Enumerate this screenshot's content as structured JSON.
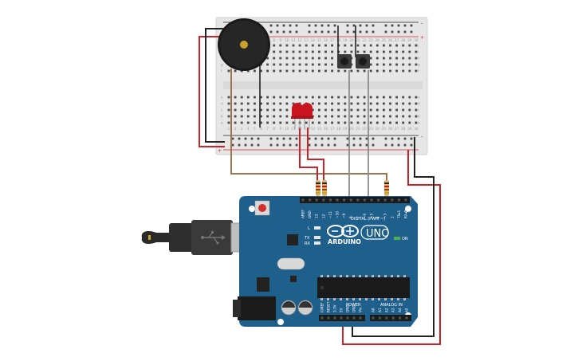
{
  "breadboard": {
    "row_letters_top": [
      "a",
      "b",
      "c",
      "d",
      "e"
    ],
    "row_letters_bottom": [
      "f",
      "g",
      "h",
      "i",
      "j"
    ],
    "column_numbers": [
      "1",
      "2",
      "3",
      "4",
      "5",
      "6",
      "7",
      "8",
      "9",
      "10",
      "11",
      "12",
      "13",
      "14",
      "15",
      "16",
      "17",
      "18",
      "19",
      "20",
      "21",
      "22",
      "23",
      "24",
      "25",
      "26",
      "27",
      "28",
      "29",
      "30"
    ],
    "rail_plus": "+",
    "rail_minus": "-"
  },
  "arduino": {
    "brand": "ARDUINO",
    "model": "UNO",
    "on_label": "ON",
    "led_l": "L",
    "led_tx": "TX",
    "led_rx": "RX",
    "digital_header": "DIGITAL (PWM ~)",
    "digital_pins": [
      "AREF",
      "GND",
      "13",
      "12",
      "~11",
      "~10",
      "~9",
      "8",
      "7",
      "~6",
      "~5",
      "4",
      "~3",
      "2",
      "TX▸1",
      "RX◂0"
    ],
    "power_header": "POWER",
    "analog_header": "ANALOG IN",
    "power_pins": [
      "IOREF",
      "RESET",
      "3.3V",
      "5V",
      "GND",
      "GND",
      "Vin"
    ],
    "analog_pins": [
      "A0",
      "A1",
      "A2",
      "A3",
      "A4",
      "A5"
    ]
  },
  "colors": {
    "board_blue": "#1f5f8b",
    "wire_red": "#d0202a",
    "wire_black": "#222222",
    "wire_brown": "#a0744a",
    "wire_gray": "#8c8c8c",
    "led_red": "#c8141e",
    "breadboard": "#e8e8e8"
  }
}
